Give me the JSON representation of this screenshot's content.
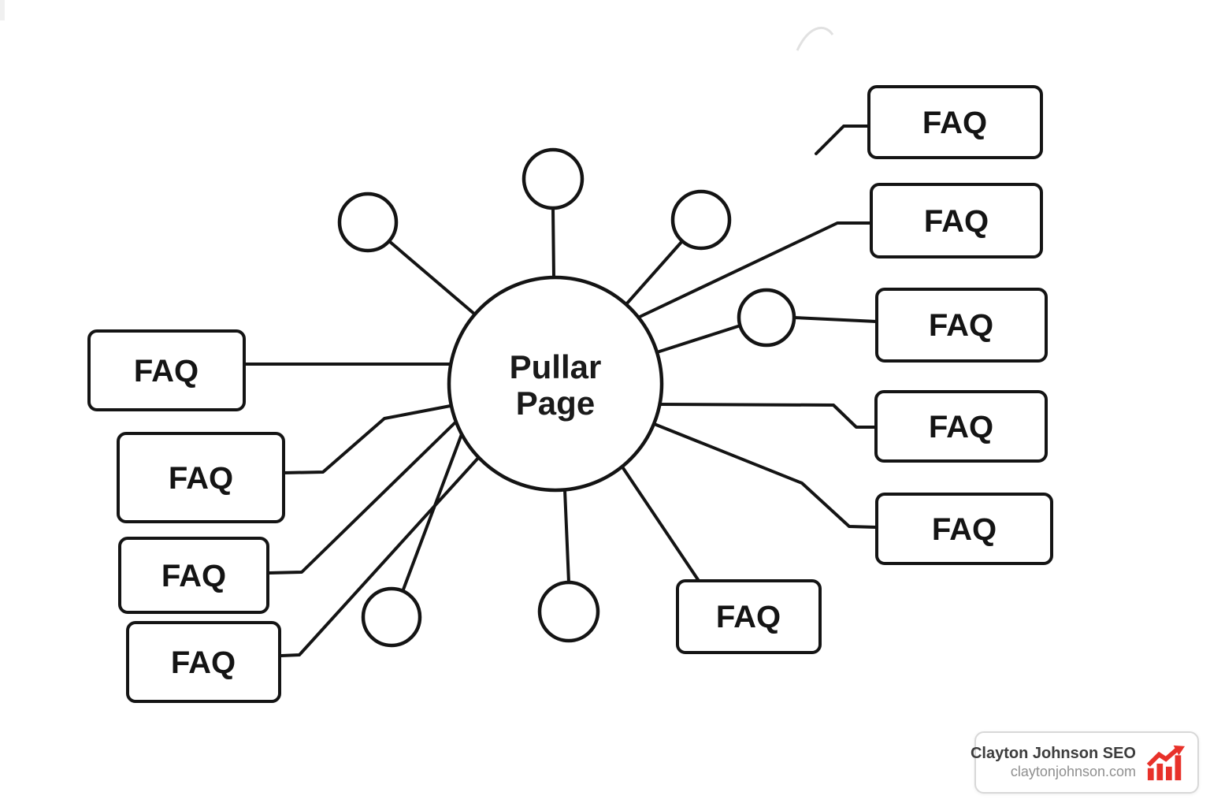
{
  "diagram": {
    "central_node": {
      "label_line1": "Pullar",
      "label_line2": "Page"
    },
    "faq_boxes": [
      {
        "id": "left-1",
        "label": "FAQ"
      },
      {
        "id": "left-2",
        "label": "FAQ"
      },
      {
        "id": "left-3",
        "label": "FAQ"
      },
      {
        "id": "left-4",
        "label": "FAQ"
      },
      {
        "id": "right-1",
        "label": "FAQ"
      },
      {
        "id": "right-2",
        "label": "FAQ"
      },
      {
        "id": "right-3",
        "label": "FAQ"
      },
      {
        "id": "right-4",
        "label": "FAQ"
      },
      {
        "id": "right-5",
        "label": "FAQ"
      },
      {
        "id": "bottom-1",
        "label": "FAQ"
      }
    ],
    "empty_node_circles": 6,
    "colors": {
      "ink": "#141414"
    }
  },
  "brand_badge": {
    "title": "Clayton Johnson SEO",
    "url": "claytonjohnson.com",
    "icon": "trending-up-bar-chart-icon",
    "accent_color": "#e8312a",
    "title_color": "#3d3d3d",
    "url_color": "#8f8f8f",
    "border_color": "#d8d8d8"
  }
}
